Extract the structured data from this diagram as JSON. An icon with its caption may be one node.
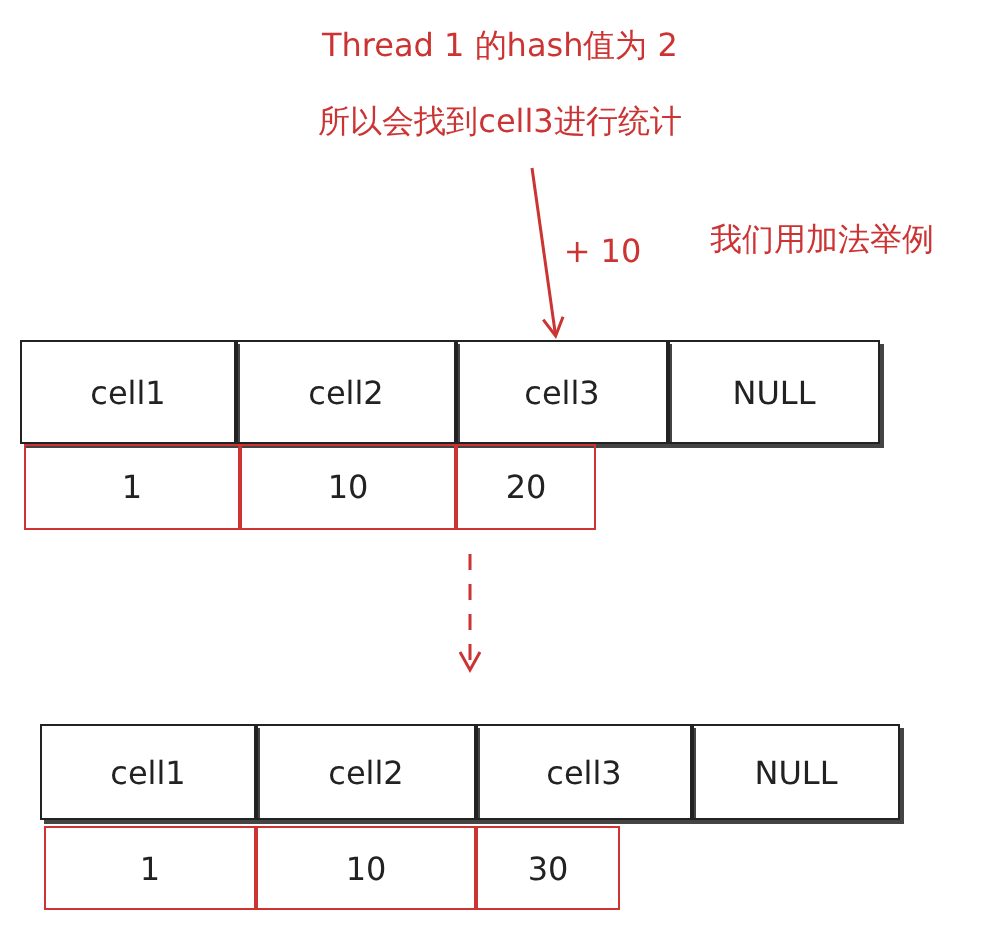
{
  "diagram": {
    "nodes": [
      {
        "text": [
          "Thread 1 的hash值为 2 所以会找到cell3进行统计"
        ]
      },
      {
        "text": [
          "cell1"
        ]
      },
      {
        "text": [
          "cell2"
        ]
      },
      {
        "text": [
          "cell3"
        ]
      },
      {
        "text": [
          "NULL"
        ]
      },
      {
        "text": [
          "1"
        ]
      },
      {
        "text": [
          "10"
        ]
      },
      {
        "text": [
          "20"
        ]
      },
      {
        "text": [
          "cell1"
        ]
      },
      {
        "text": [
          "cell2"
        ]
      },
      {
        "text": [
          "cell3"
        ]
      },
      {
        "text": [
          "NULL"
        ]
      },
      {
        "text": [
          "1"
        ]
      },
      {
        "text": [
          "10"
        ]
      },
      {
        "text": [
          "30"
        ]
      }
    ],
    "edges": [
      {
        "from": 0,
        "to": 3,
        "arrow": "to",
        "label": "+ 10",
        "color": "#cc3333"
      }
    ],
    "labels": [
      "我们用加法举例"
    ]
  }
}
